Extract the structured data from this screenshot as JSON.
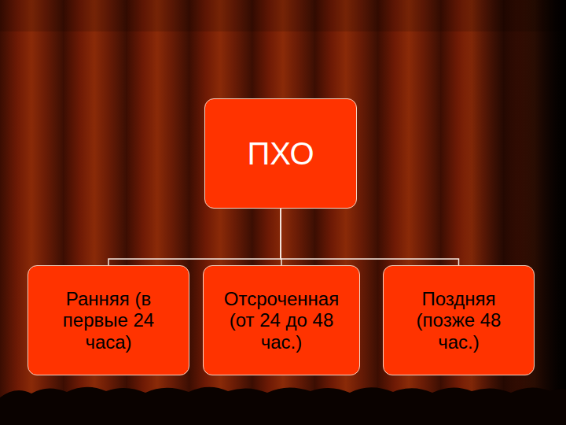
{
  "diagram": {
    "nodes": [
      {
        "text": [
          "ПХО"
        ]
      },
      {
        "text": [
          "Ранняя (в первые 24 часа)"
        ]
      },
      {
        "text": [
          "Отсроченная (от 24 до 48 час.)"
        ]
      },
      {
        "text": [
          "Поздняя (позже 48 час.)"
        ]
      }
    ],
    "edges": [
      {
        "from": 0,
        "to": 1,
        "arrow": "none"
      },
      {
        "from": 0,
        "to": 2,
        "arrow": "none"
      },
      {
        "from": 0,
        "to": 3,
        "arrow": "none"
      }
    ]
  }
}
